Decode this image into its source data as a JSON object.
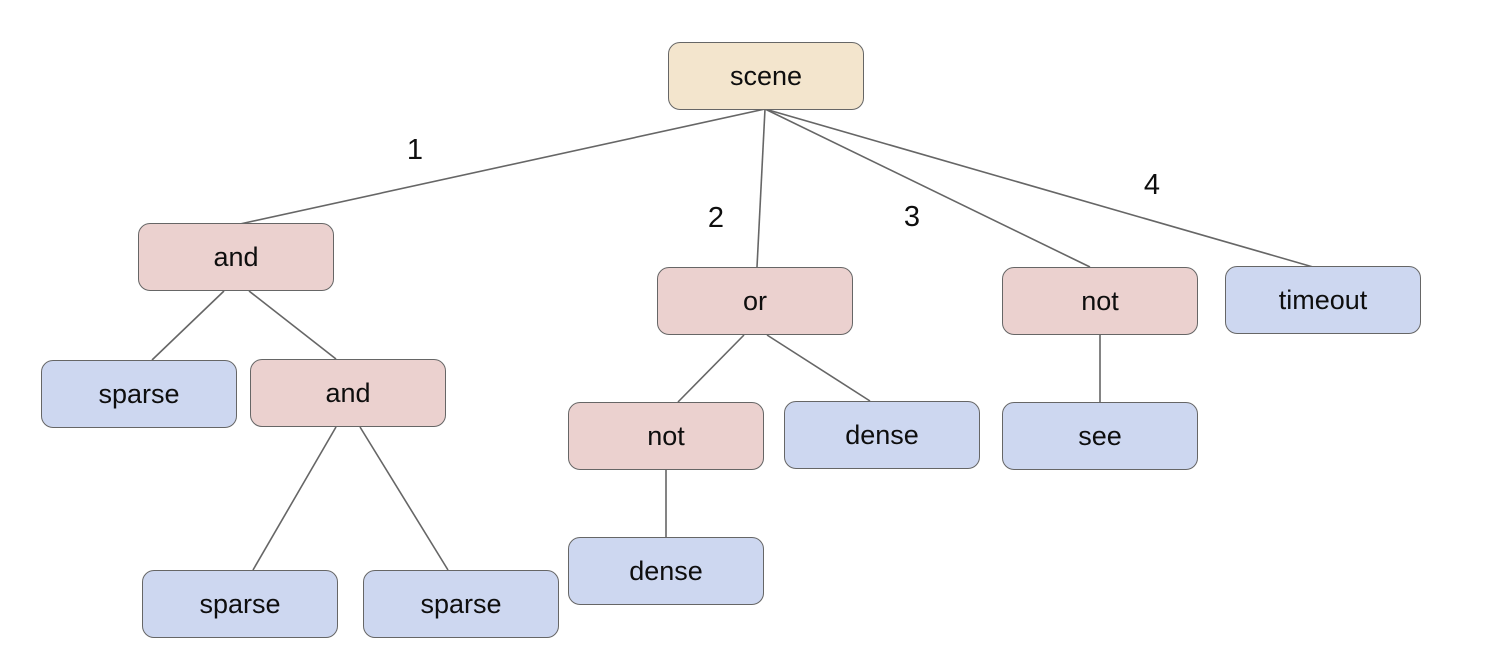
{
  "diagram": {
    "type": "tree",
    "background": "#ffffff",
    "colors": {
      "root_fill": "#f3e5cd",
      "operator_fill": "#ebd1cf",
      "leaf_fill": "#cdd7f0",
      "node_border": "#666666",
      "edge_stroke": "#666666",
      "text": "#0e0e0e"
    },
    "nodes": [
      {
        "id": "scene",
        "label": "scene",
        "kind": "root"
      },
      {
        "id": "and1",
        "label": "and",
        "kind": "operator"
      },
      {
        "id": "or1",
        "label": "or",
        "kind": "operator"
      },
      {
        "id": "not1",
        "label": "not",
        "kind": "operator"
      },
      {
        "id": "timeout1",
        "label": "timeout",
        "kind": "leaf"
      },
      {
        "id": "sparse1",
        "label": "sparse",
        "kind": "leaf"
      },
      {
        "id": "and2",
        "label": "and",
        "kind": "operator"
      },
      {
        "id": "not2",
        "label": "not",
        "kind": "operator"
      },
      {
        "id": "dense1",
        "label": "dense",
        "kind": "leaf"
      },
      {
        "id": "see1",
        "label": "see",
        "kind": "leaf"
      },
      {
        "id": "dense2",
        "label": "dense",
        "kind": "leaf"
      },
      {
        "id": "sparse2",
        "label": "sparse",
        "kind": "leaf"
      },
      {
        "id": "sparse3",
        "label": "sparse",
        "kind": "leaf"
      }
    ],
    "edges": [
      {
        "from": "scene",
        "to": "and1",
        "label": "1"
      },
      {
        "from": "scene",
        "to": "or1",
        "label": "2"
      },
      {
        "from": "scene",
        "to": "not1",
        "label": "3"
      },
      {
        "from": "scene",
        "to": "timeout1",
        "label": "4"
      },
      {
        "from": "and1",
        "to": "sparse1",
        "label": ""
      },
      {
        "from": "and1",
        "to": "and2",
        "label": ""
      },
      {
        "from": "and2",
        "to": "sparse2",
        "label": ""
      },
      {
        "from": "and2",
        "to": "sparse3",
        "label": ""
      },
      {
        "from": "or1",
        "to": "not2",
        "label": ""
      },
      {
        "from": "or1",
        "to": "dense1",
        "label": ""
      },
      {
        "from": "not2",
        "to": "dense2",
        "label": ""
      },
      {
        "from": "not1",
        "to": "see1",
        "label": ""
      }
    ]
  }
}
